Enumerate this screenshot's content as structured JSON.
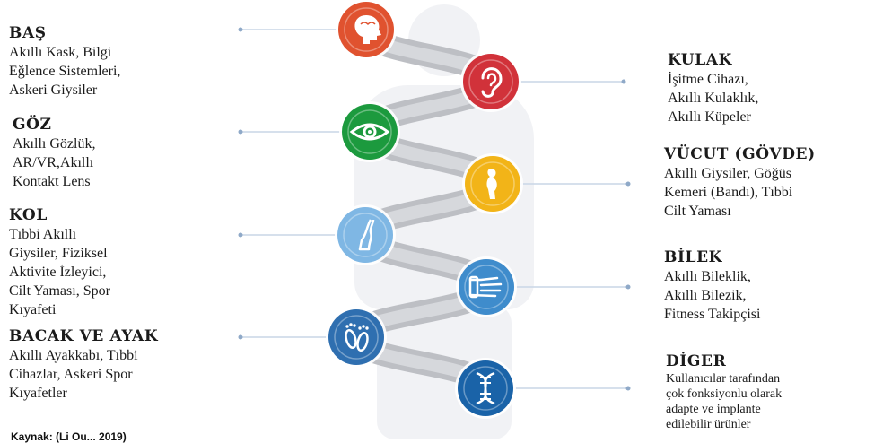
{
  "source_note": "Kaynak: (Li Ou...  2019)",
  "categories": [
    {
      "title": "BAŞ",
      "text": "Akıllı Kask, Bilgi\nEğlence Sistemleri,\nAskeri Giysiler",
      "color": "#e0522f",
      "icon": "head-profile-icon",
      "side": "left"
    },
    {
      "title": "KULAK",
      "text": "İşitme Cihazı,\nAkıllı Kulaklık,\nAkıllı Küpeler",
      "color": "#d1323a",
      "icon": "ear-icon",
      "side": "right"
    },
    {
      "title": "GÖZ",
      "text": "Akıllı Gözlük,\nAR/VR,Akıllı\nKontakt Lens",
      "color": "#1c9a3e",
      "icon": "eye-icon",
      "side": "left"
    },
    {
      "title": "VÜCUT (GÖVDE)",
      "text": "Akıllı Giysiler, Göğüs\nKemeri (Bandı), Tıbbi\nCilt Yaması",
      "color": "#f2b418",
      "icon": "torso-icon",
      "side": "right"
    },
    {
      "title": "KOL",
      "text": "Tıbbi Akıllı\nGiysiler, Fiziksel\nAktivite İzleyici,\nCilt Yaması, Spor\nKıyafeti",
      "color": "#7fb7e4",
      "icon": "arm-icon",
      "side": "left"
    },
    {
      "title": "BİLEK",
      "text": "Akıllı Bileklik,\nAkıllı Bilezik,\nFitness Takipçisi",
      "color": "#3f8ccc",
      "icon": "wrist-hand-icon",
      "side": "right"
    },
    {
      "title": "BACAK VE AYAK",
      "text": "Akıllı Ayakkabı, Tıbbi\nCihazlar, Askeri Spor\nKıyafetler",
      "color": "#2f6fb0",
      "icon": "footprints-icon",
      "side": "left"
    },
    {
      "title": "DİGER",
      "text": "Kullanıcılar tarafından\nçok fonksiyonlu olarak\nadapte ve implante\nedilebilir ürünler",
      "color": "#1a63a8",
      "icon": "dna-icon",
      "side": "right"
    }
  ]
}
